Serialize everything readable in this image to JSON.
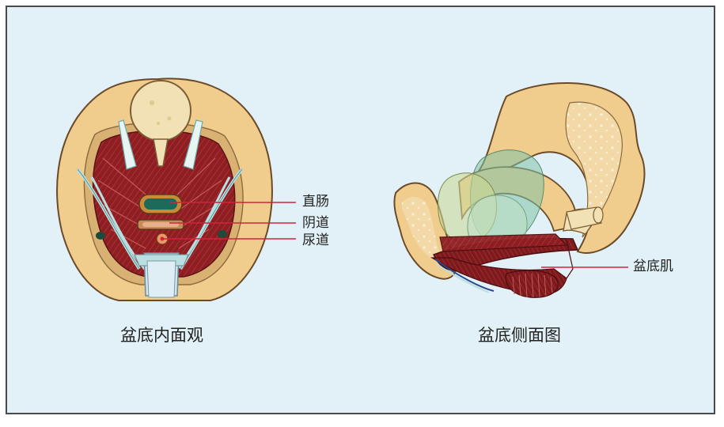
{
  "left_figure": {
    "caption": "盆底内面观",
    "labels": {
      "rectum": "直肠",
      "vagina": "阴道",
      "urethra": "尿道"
    }
  },
  "right_figure": {
    "caption": "盆底侧面图",
    "labels": {
      "pelvic_floor_muscle": "盆底肌"
    }
  },
  "colors": {
    "panel_background": "#e2f1f7",
    "bone": "#f0cd8c",
    "muscle": "#8e1e22",
    "tendon": "#b9dfe0",
    "leader_line": "#d1243a"
  }
}
